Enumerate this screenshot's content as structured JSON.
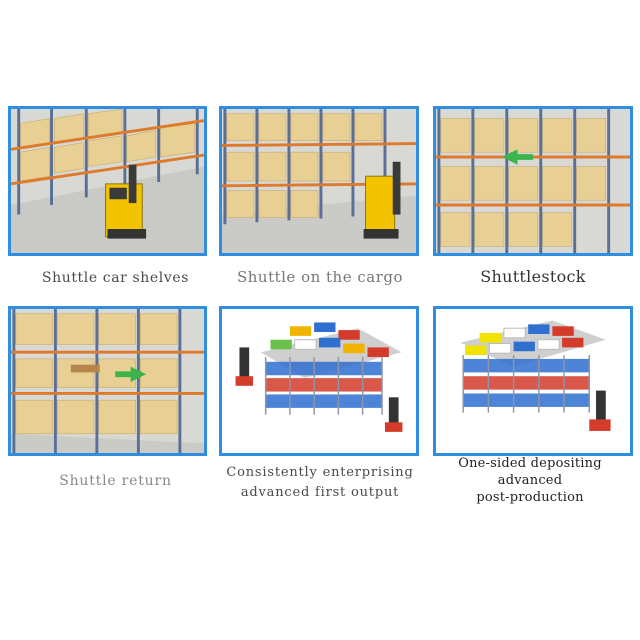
{
  "panels": [
    {
      "caption": "Shuttle car shelves"
    },
    {
      "caption": "Shuttle on the cargo"
    },
    {
      "caption": "Shuttlestock"
    },
    {
      "caption": "Shuttle return"
    },
    {
      "caption_line1": "Consistently enterprising",
      "caption_line2": "advanced first output"
    },
    {
      "caption_line1": "One-sided depositing",
      "caption_line2": "advanced",
      "caption_line3": "post-production"
    }
  ],
  "colors": {
    "frame_border": "#2f8ee0",
    "rack_upright": "#5a6f95",
    "rack_beam": "#e07a2b",
    "cargo": "#e8cf93",
    "forklift": "#f2c400",
    "arrow": "#3cb44b"
  }
}
